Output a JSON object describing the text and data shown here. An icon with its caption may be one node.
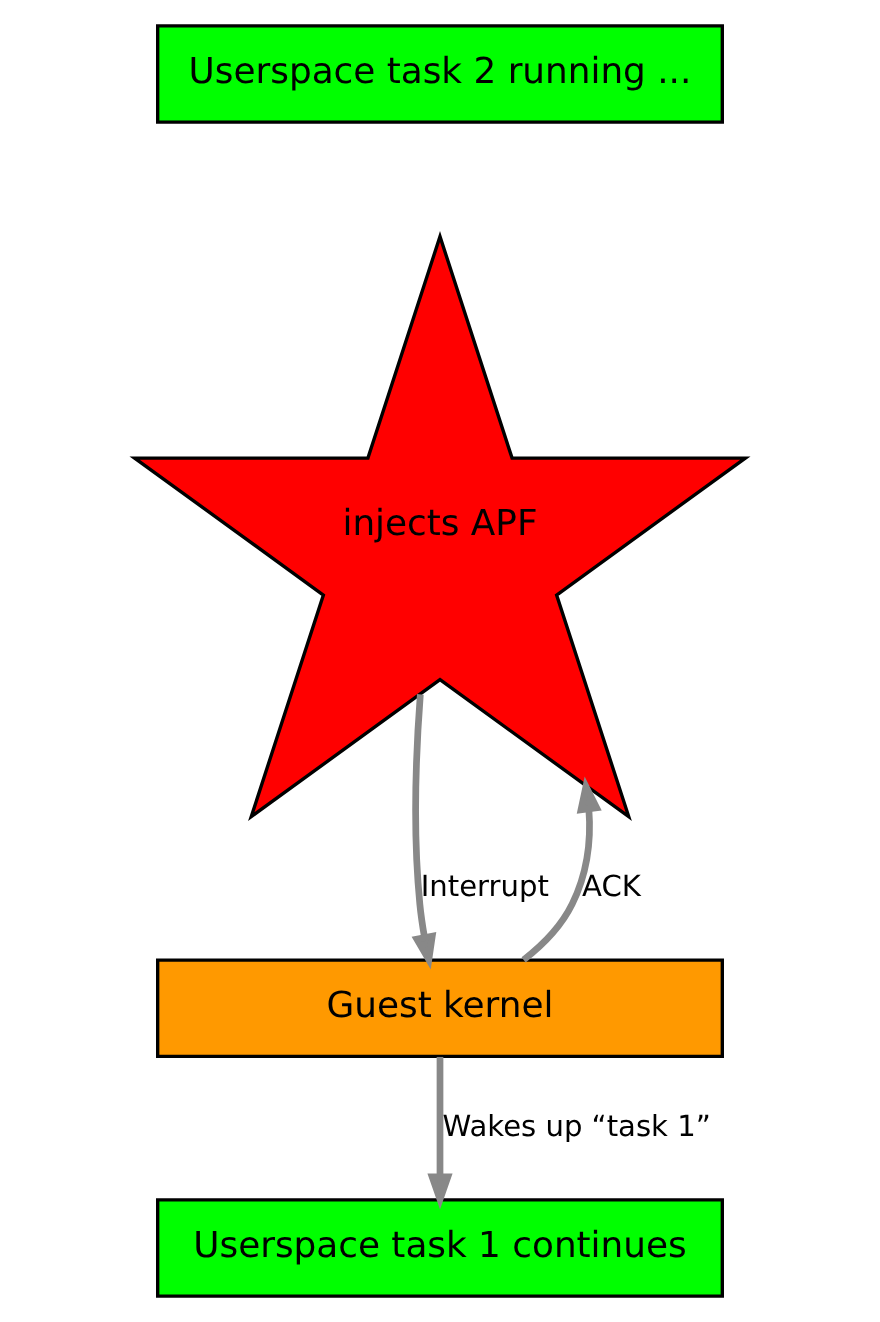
{
  "diagram": {
    "nodes": [
      {
        "text": [
          "Userspace task 2 running ..."
        ]
      },
      {
        "text": [
          "injects APF"
        ]
      },
      {
        "text": [
          "Guest kernel"
        ]
      },
      {
        "text": [
          "Userspace task 1 continues"
        ]
      }
    ],
    "edges": [
      {
        "from": 1,
        "to": 2,
        "arrow": "to",
        "label": "Interrupt"
      },
      {
        "from": 2,
        "to": 3,
        "arrow": "to",
        "label": "Wakes up “task 1”"
      },
      {
        "from": 2,
        "to": 1,
        "arrow": "to",
        "label": "ACK"
      }
    ]
  }
}
